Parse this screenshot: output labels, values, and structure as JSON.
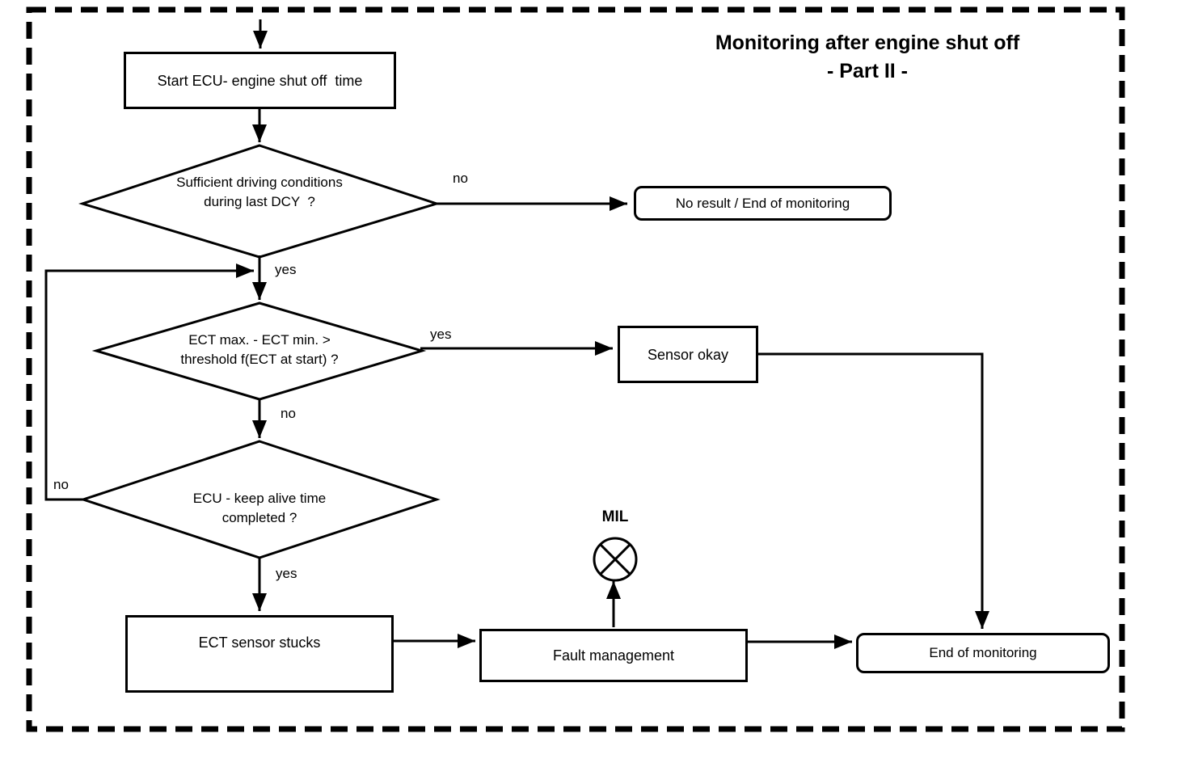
{
  "title": {
    "line1": "Monitoring after engine shut off",
    "line2": "- Part II -"
  },
  "nodes": {
    "start": {
      "label": "Start ECU- engine shut off  time",
      "type": "process"
    },
    "d1": {
      "line1": "Sufficient driving conditions",
      "line2": "during last DCY  ?",
      "type": "decision"
    },
    "no_result": {
      "label": "No result / End of monitoring",
      "type": "terminal"
    },
    "d2": {
      "line1": "ECT max. - ECT min. >",
      "line2": "threshold f(ECT at start) ?",
      "type": "decision"
    },
    "sensor_okay": {
      "label": "Sensor okay",
      "type": "process"
    },
    "d3": {
      "line1": "ECU - keep alive time",
      "line2": "completed ?",
      "type": "decision"
    },
    "ect_stucks": {
      "label": "ECT sensor stucks",
      "type": "process"
    },
    "fault_mgmt": {
      "label": "Fault management",
      "type": "process"
    },
    "end": {
      "label": "End of monitoring",
      "type": "terminal"
    },
    "mil": {
      "label": "MIL",
      "type": "indicator-lamp"
    }
  },
  "edge_labels": {
    "d1_no": "no",
    "d1_yes": "yes",
    "d2_yes": "yes",
    "d2_no": "no",
    "d3_no": "no",
    "d3_yes": "yes"
  },
  "edges": [
    {
      "from": "start",
      "to": "d1"
    },
    {
      "from": "d1",
      "to": "no_result",
      "label": "no"
    },
    {
      "from": "d1",
      "to": "d2",
      "label": "yes"
    },
    {
      "from": "d2",
      "to": "sensor_okay",
      "label": "yes"
    },
    {
      "from": "d2",
      "to": "d3",
      "label": "no"
    },
    {
      "from": "d3",
      "to": "d2",
      "label": "no"
    },
    {
      "from": "d3",
      "to": "ect_stucks",
      "label": "yes"
    },
    {
      "from": "ect_stucks",
      "to": "fault_mgmt"
    },
    {
      "from": "fault_mgmt",
      "to": "mil"
    },
    {
      "from": "fault_mgmt",
      "to": "end"
    },
    {
      "from": "sensor_okay",
      "to": "end"
    }
  ],
  "colors": {
    "line": "#000000",
    "background": "#ffffff"
  }
}
